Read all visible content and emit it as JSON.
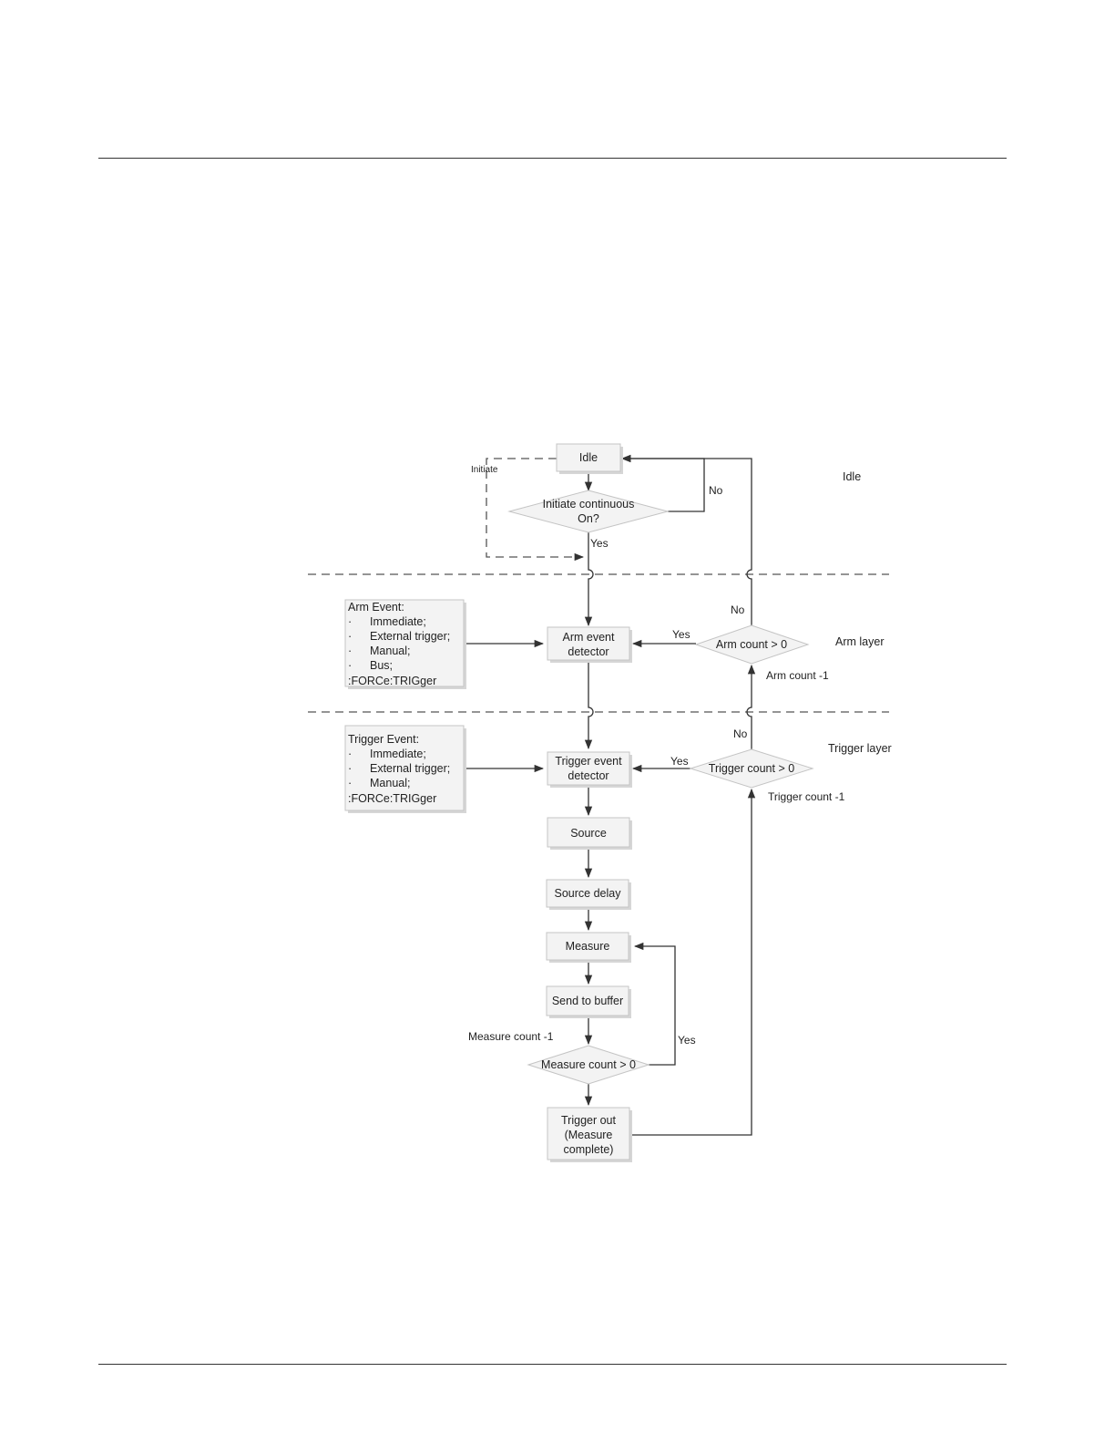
{
  "nodes": {
    "idle": "Idle",
    "initiate_continuous": [
      "Initiate continuous",
      "On?"
    ],
    "arm_event_detector": [
      "Arm event",
      "detector"
    ],
    "arm_count_check": "Arm count > 0",
    "trigger_event_detector": [
      "Trigger event",
      "detector"
    ],
    "trigger_count_check": "Trigger count > 0",
    "source": "Source",
    "source_delay": "Source delay",
    "measure": "Measure",
    "send_to_buffer": "Send to buffer",
    "measure_count_check": "Measure count > 0",
    "trigger_out": [
      "Trigger out",
      "(Measure",
      "complete)"
    ]
  },
  "edge_labels": {
    "initiate": "Initiate",
    "no_initiate": "No",
    "yes_initiate": "Yes",
    "no_arm": "No",
    "yes_arm": "Yes",
    "arm_count_decrement": "Arm count -1",
    "no_trigger": "No",
    "yes_trigger": "Yes",
    "trigger_count_decrement": "Trigger count -1",
    "measure_count_decrement": "Measure count -1",
    "yes_measure": "Yes"
  },
  "layers": {
    "idle": "Idle",
    "arm": "Arm layer",
    "trigger": "Trigger layer"
  },
  "arm_event_box": {
    "title": "Arm Event:",
    "items": [
      "Immediate;",
      "External trigger;",
      "Manual;",
      "Bus;"
    ],
    "footer": ":FORCe:TRIGger"
  },
  "trigger_event_box": {
    "title": "Trigger Event:",
    "items": [
      "Immediate;",
      "External trigger;",
      "Manual;"
    ],
    "footer": ":FORCe:TRIGger"
  },
  "bullet": "·"
}
